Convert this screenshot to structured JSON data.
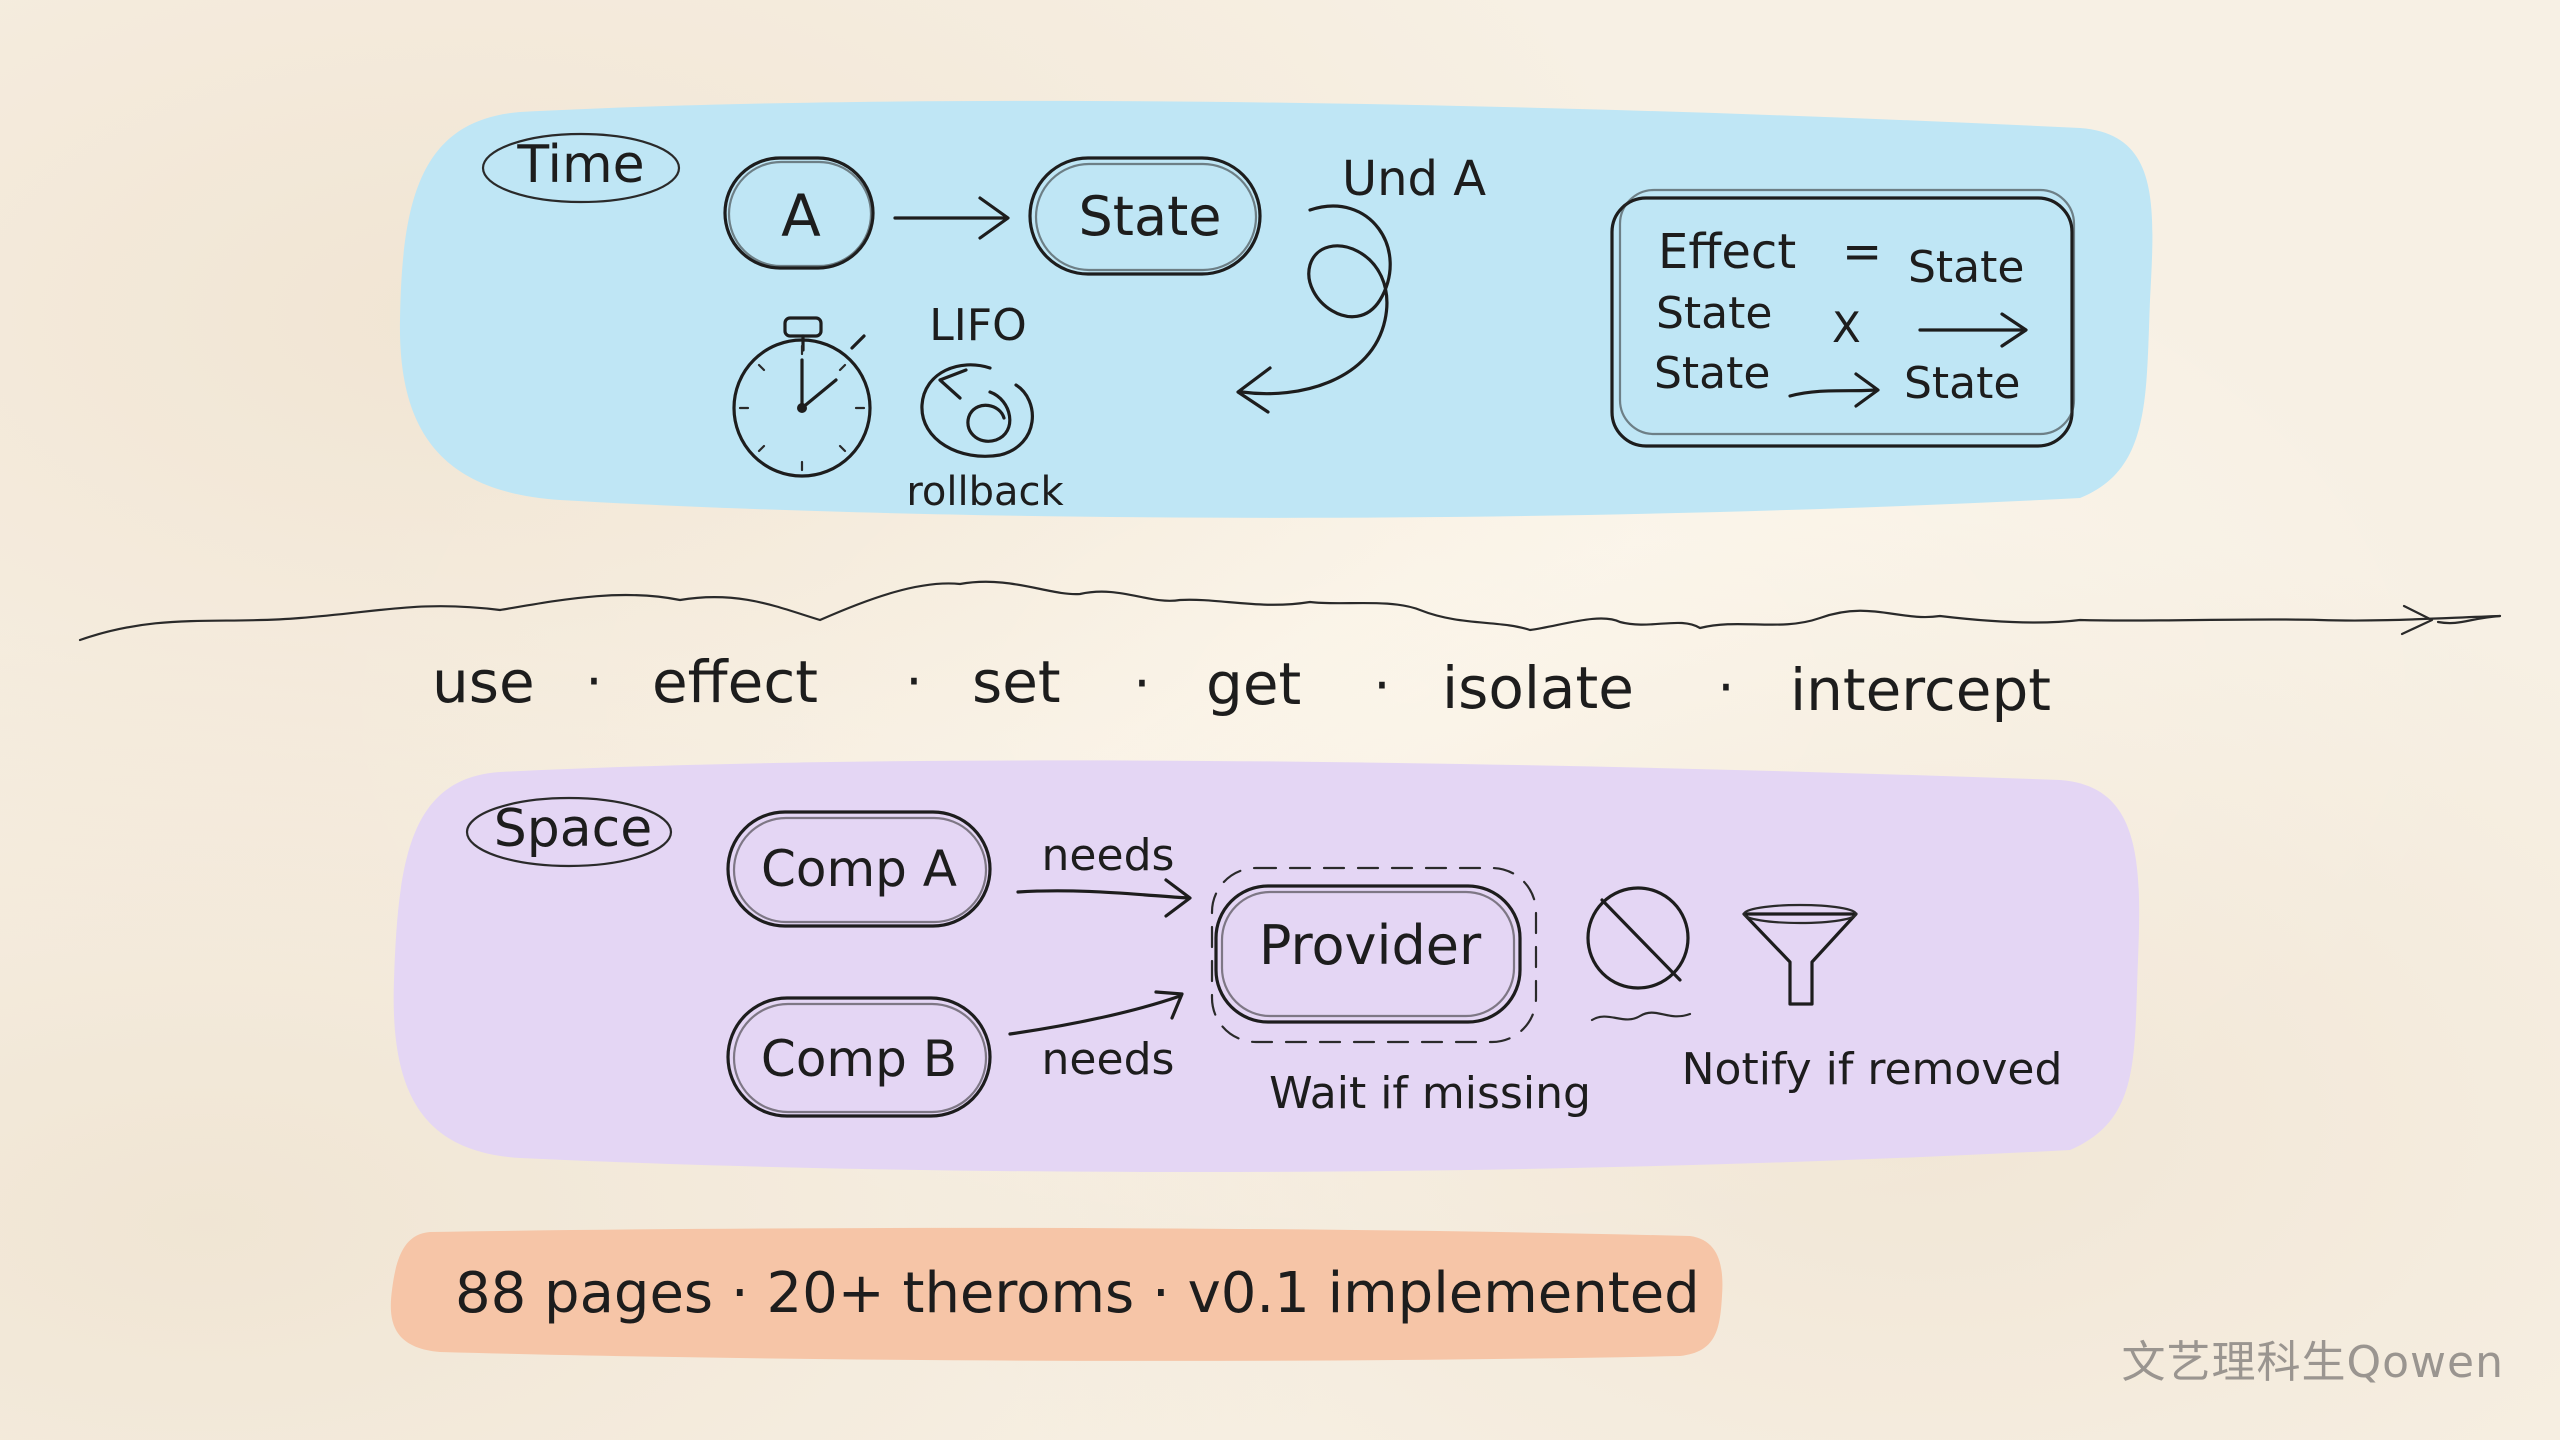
{
  "time": {
    "tag": "Time",
    "node_a": "A",
    "node_state": "State",
    "undo_label": "Und A",
    "lifo_label": "LIFO",
    "rollback_label": "rollback",
    "effect_box": {
      "row1_left": "Effect",
      "row1_op": "=",
      "row1_right": "State",
      "row2_left": "State",
      "row2_op": "X",
      "row3_left": "State",
      "row3_right": "State"
    }
  },
  "verbs": {
    "items": [
      "use",
      "effect",
      "set",
      "get",
      "isolate",
      "intercept"
    ],
    "separator": "·"
  },
  "space": {
    "tag": "Space",
    "comp_a": "Comp A",
    "comp_b": "Comp B",
    "needs_a": "needs",
    "needs_b": "needs",
    "provider": "Provider",
    "wait_label": "Wait if missing",
    "notify_label": "Notify if removed"
  },
  "summary": {
    "text": "88 pages · 20+ theroms · v0.1 implemented"
  },
  "watermark": {
    "text": "文艺理科生Qowen"
  },
  "colors": {
    "paper": "#f7f0e4",
    "time_band": "#bfe6f5",
    "space_band": "#e4d6f4",
    "summary_band": "#f6c5a7",
    "ink": "#1d1d1d"
  },
  "icons": [
    "stopwatch-icon",
    "rollback-spiral-icon",
    "undo-loop-arrow-icon",
    "no-entry-icon",
    "funnel-icon"
  ]
}
